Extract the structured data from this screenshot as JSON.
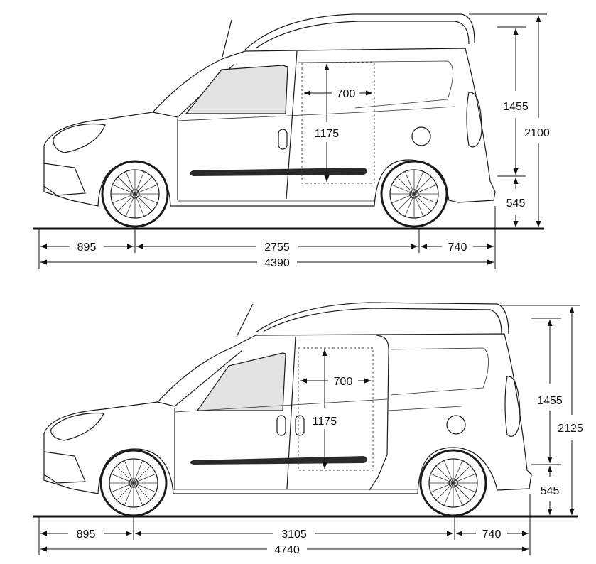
{
  "diagrams": [
    {
      "id": "van-short",
      "overall_height": "2100",
      "cargo_height_upper": "1455",
      "floor_height": "545",
      "cargo_width": "700",
      "cargo_height_inner": "1175",
      "front_overhang": "895",
      "wheelbase": "2755",
      "rear_overhang": "740",
      "overall_length": "4390"
    },
    {
      "id": "van-long",
      "overall_height": "2125",
      "cargo_height_upper": "1455",
      "floor_height": "545",
      "cargo_width": "700",
      "cargo_height_inner": "1175",
      "front_overhang": "895",
      "wheelbase": "3105",
      "rear_overhang": "740",
      "overall_length": "4740"
    }
  ],
  "colors": {
    "line": "#1a1a1a",
    "glass": "#e3e3e3",
    "background": "#ffffff"
  }
}
